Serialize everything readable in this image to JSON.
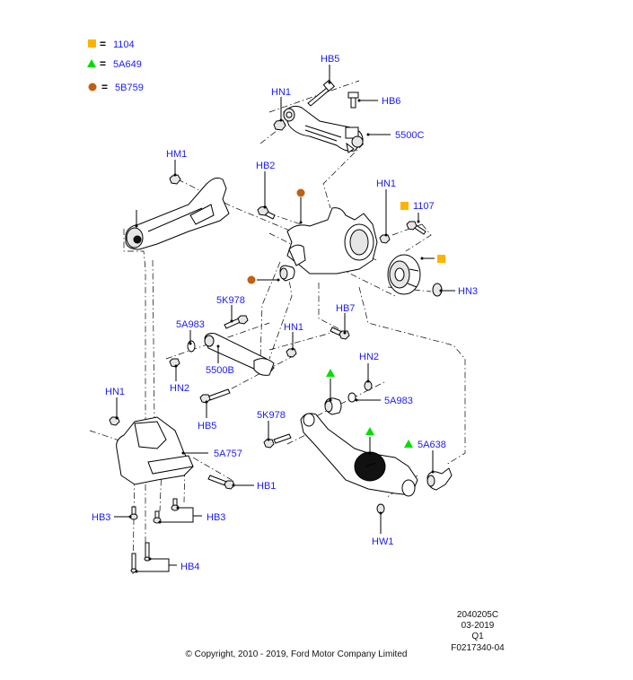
{
  "legend": [
    {
      "symbol": "square",
      "color": "#ffb300",
      "equals": "=",
      "part": "1104"
    },
    {
      "symbol": "triangle",
      "color": "#00e000",
      "equals": "=",
      "part": "5A649"
    },
    {
      "symbol": "circle",
      "color": "#c06010",
      "equals": "=",
      "part": "5B759"
    }
  ],
  "labels": {
    "hb5_top": "HB5",
    "hn1_upper": "HN1",
    "hb6": "HB6",
    "c5500": "5500C",
    "hm1": "HM1",
    "hb2": "HB2",
    "hn1_knuckle": "HN1",
    "p1107": "1107",
    "hn3": "HN3",
    "k5k978_upper": "5K978",
    "a5a983_left": "5A983",
    "hn1_mid": "HN1",
    "hb7": "HB7",
    "b5500": "5500B",
    "hn2_left": "HN2",
    "hn2_right": "HN2",
    "a5a983_right": "5A983",
    "hn1_left": "HN1",
    "hb5_low": "HB5",
    "k5k978_low": "5K978",
    "a5a638": "5A638",
    "a5a757": "5A757",
    "hb1": "HB1",
    "hb3_left": "HB3",
    "hb3_right": "HB3",
    "hb4": "HB4",
    "hw1": "HW1"
  },
  "markers": {
    "square_color": "#ffb300",
    "triangle_color": "#00e000",
    "circle_color": "#c06010"
  },
  "footer": {
    "illustration_id": "2040205C",
    "date": "03-2019",
    "quarter": "Q1",
    "figure_number": "F0217340-04",
    "copyright": "© Copyright, 2010 - 2019, Ford Motor Company Limited"
  }
}
